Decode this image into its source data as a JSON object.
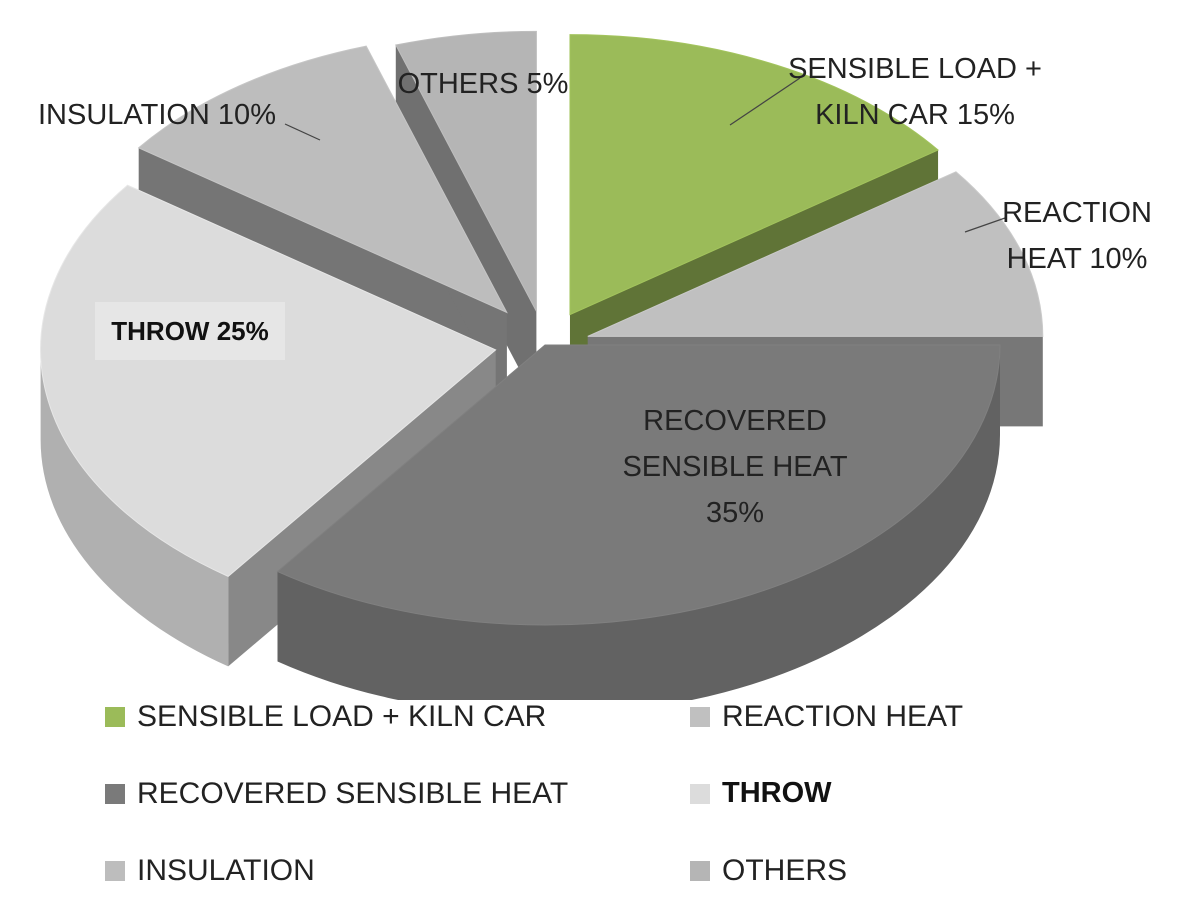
{
  "chart_data": {
    "type": "pie",
    "style": "3d-exploded",
    "slices": [
      {
        "name": "SENSIBLE LOAD + KILN CAR",
        "value": 15,
        "label_lines": [
          "SENSIBLE LOAD +",
          "KILN CAR 15%"
        ],
        "color": "#9bbb59",
        "legend_bold": false
      },
      {
        "name": "REACTION HEAT",
        "value": 10,
        "label_lines": [
          "REACTION",
          "HEAT 10%"
        ],
        "color": "#c0c0c0",
        "legend_bold": false
      },
      {
        "name": "RECOVERED SENSIBLE HEAT",
        "value": 35,
        "label_lines": [
          "RECOVERED",
          "SENSIBLE HEAT",
          "35%"
        ],
        "color": "#7a7a7a",
        "legend_bold": false
      },
      {
        "name": "THROW",
        "value": 25,
        "label_lines": [
          "THROW 25%"
        ],
        "color": "#dcdcdc",
        "legend_bold": true
      },
      {
        "name": "INSULATION",
        "value": 10,
        "label_lines": [
          "INSULATION 10%"
        ],
        "color": "#bdbdbd",
        "legend_bold": false
      },
      {
        "name": "OTHERS",
        "value": 5,
        "label_lines": [
          "OTHERS 5%"
        ],
        "color": "#b5b5b5",
        "legend_bold": false
      }
    ],
    "legend_position": "bottom"
  }
}
